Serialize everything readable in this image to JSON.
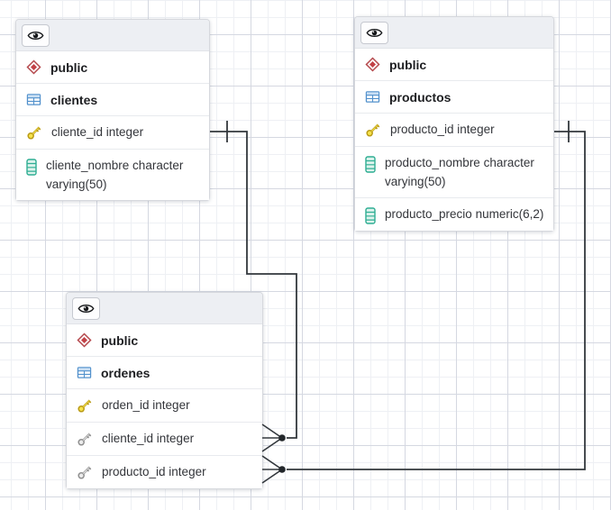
{
  "app": "erd-diagram-canvas",
  "colors": {
    "canvas_background": "#ffffff",
    "grid_minor": "#eef0f4",
    "grid_major": "#d5d8e1",
    "card_header": "#edeff3",
    "card_border": "#d6d8dd",
    "relationship_line": "#33383d",
    "schema_icon": "#b5494d",
    "table_icon": "#5291cc",
    "primary_key_icon": "#e7c21c",
    "foreign_key_icon": "#8f8f8f",
    "column_icon": "#2fae93"
  },
  "icons": {
    "visibility": "eye-icon",
    "schema": "schema-diamond-icon",
    "table": "table-grid-icon",
    "primary_key": "primary-key-icon",
    "foreign_key": "foreign-key-icon",
    "column": "column-icon"
  },
  "tables": [
    {
      "schema": "public",
      "name": "clientes",
      "columns": [
        {
          "label": "cliente_id integer",
          "icon": "primary-key-icon"
        },
        {
          "label": "cliente_nombre character varying(50)",
          "icon": "column-icon"
        }
      ]
    },
    {
      "schema": "public",
      "name": "productos",
      "columns": [
        {
          "label": "producto_id integer",
          "icon": "primary-key-icon"
        },
        {
          "label": "producto_nombre character varying(50)",
          "icon": "column-icon"
        },
        {
          "label": "producto_precio numeric(6,2)",
          "icon": "column-icon"
        }
      ]
    },
    {
      "schema": "public",
      "name": "ordenes",
      "columns": [
        {
          "label": "orden_id integer",
          "icon": "primary-key-icon"
        },
        {
          "label": "cliente_id integer",
          "icon": "foreign-key-icon"
        },
        {
          "label": "producto_id integer",
          "icon": "foreign-key-icon"
        }
      ]
    }
  ],
  "relationships": [
    {
      "from_table": "ordenes",
      "from_column": "cliente_id",
      "to_table": "clientes",
      "to_column": "cliente_id",
      "from_cardinality": "many",
      "to_cardinality": "one"
    },
    {
      "from_table": "ordenes",
      "from_column": "producto_id",
      "to_table": "productos",
      "to_column": "producto_id",
      "from_cardinality": "many",
      "to_cardinality": "one"
    }
  ]
}
